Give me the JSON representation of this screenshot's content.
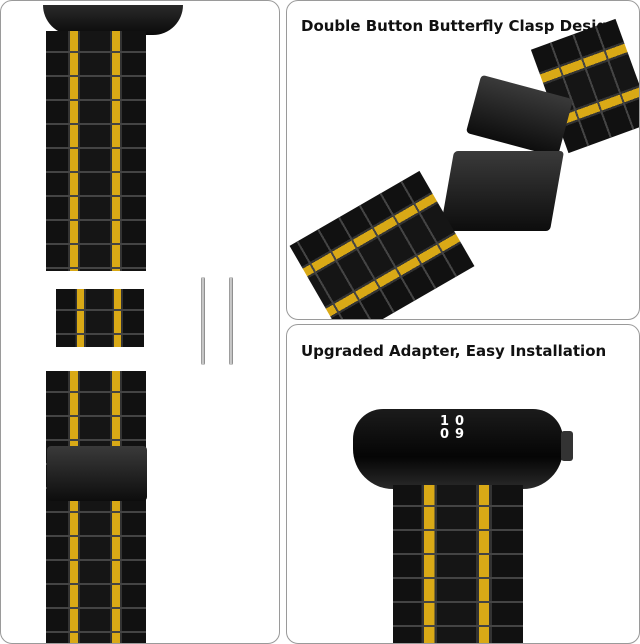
{
  "panels": {
    "clasp": {
      "title": "Double Button Butterfly Clasp Design"
    },
    "adapter": {
      "title": "Upgraded Adapter, Easy Installation"
    }
  },
  "watch": {
    "time_hour": "10",
    "time_minute": "09"
  },
  "colors": {
    "band_black": "#111111",
    "band_gold": "#d9a916",
    "border": "#9a9a9a"
  }
}
